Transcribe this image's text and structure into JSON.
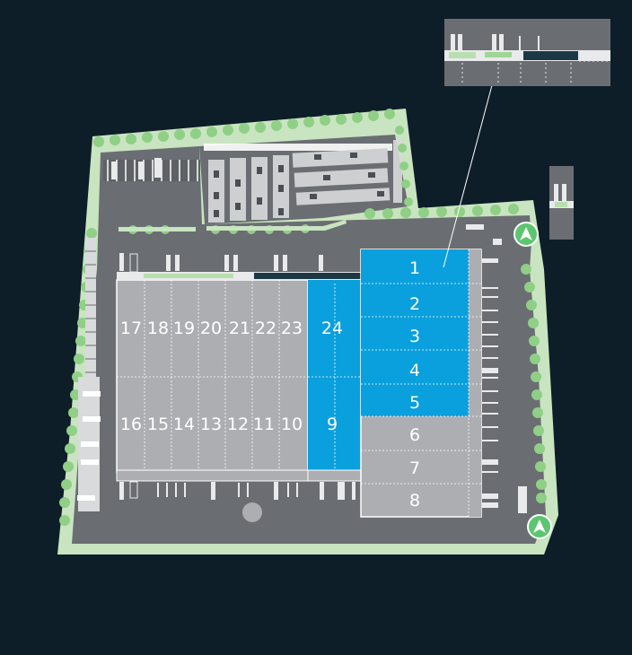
{
  "colors": {
    "background": "#0d1e28",
    "grass": "#c9e4c0",
    "tree": "#8fcf86",
    "asphalt": "#6a6e72",
    "building_free": "#0aa0dd",
    "building_leased": "#adaeb2",
    "entry_marker": "#5bc66e"
  },
  "units": [
    {
      "id": "1",
      "label": "1",
      "status": "free"
    },
    {
      "id": "2",
      "label": "2",
      "status": "free"
    },
    {
      "id": "3",
      "label": "3",
      "status": "free"
    },
    {
      "id": "4",
      "label": "4",
      "status": "free"
    },
    {
      "id": "5",
      "label": "5",
      "status": "free"
    },
    {
      "id": "6",
      "label": "6",
      "status": "leased"
    },
    {
      "id": "7",
      "label": "7",
      "status": "leased"
    },
    {
      "id": "8",
      "label": "8",
      "status": "leased"
    },
    {
      "id": "9",
      "label": "9",
      "status": "free"
    },
    {
      "id": "10",
      "label": "10",
      "status": "leased"
    },
    {
      "id": "11",
      "label": "11",
      "status": "leased"
    },
    {
      "id": "12",
      "label": "12",
      "status": "leased"
    },
    {
      "id": "13",
      "label": "13",
      "status": "leased"
    },
    {
      "id": "14",
      "label": "14",
      "status": "leased"
    },
    {
      "id": "15",
      "label": "15",
      "status": "leased"
    },
    {
      "id": "16",
      "label": "16",
      "status": "leased"
    },
    {
      "id": "17",
      "label": "17",
      "status": "leased"
    },
    {
      "id": "18",
      "label": "18",
      "status": "leased"
    },
    {
      "id": "19",
      "label": "19",
      "status": "leased"
    },
    {
      "id": "20",
      "label": "20",
      "status": "leased"
    },
    {
      "id": "21",
      "label": "21",
      "status": "leased"
    },
    {
      "id": "22",
      "label": "22",
      "status": "leased"
    },
    {
      "id": "23",
      "label": "23",
      "status": "leased"
    },
    {
      "id": "24",
      "label": "24",
      "status": "free"
    }
  ],
  "markers": {
    "entrance_icon": "entrance-arrow-icon",
    "detail_callout": "facade-detail-inset"
  }
}
